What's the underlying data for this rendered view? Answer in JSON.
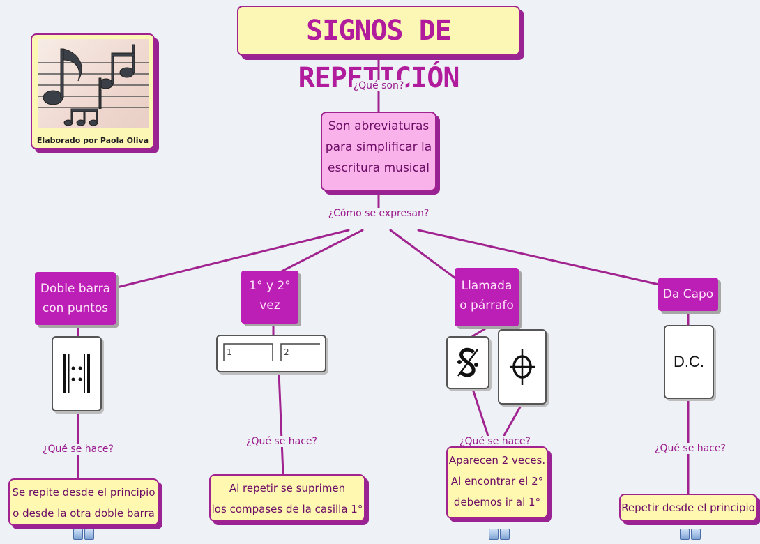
{
  "title": "SIGNOS DE REPETICIÓN",
  "logo": {
    "caption": "Elaborado por Paola Oliva",
    "icon": "music-notes-icon"
  },
  "definition": {
    "question": "¿Qué son?",
    "lines": [
      "Son abreviaturas",
      "para simplificar la",
      "escritura musical"
    ]
  },
  "expression_question": "¿Cómo se expresan?",
  "branches": [
    {
      "label_lines": [
        "Doble barra",
        "con puntos"
      ],
      "symbols": [
        {
          "icon": "repeat-barline-icon",
          "text": ""
        }
      ],
      "question": "¿Qué se hace?",
      "answer_lines": [
        "Se repite desde el principio",
        "o desde la otra doble barra"
      ]
    },
    {
      "label_lines": [
        "1° y 2°",
        "vez"
      ],
      "symbols": [
        {
          "icon": "volta-brackets-icon",
          "text": "",
          "marks": [
            "1",
            "2"
          ]
        }
      ],
      "question": "¿Qué se hace?",
      "answer_lines": [
        "Al repetir se suprimen",
        "los compases de la casilla 1°"
      ]
    },
    {
      "label_lines": [
        "Llamada",
        "o párrafo"
      ],
      "symbols": [
        {
          "icon": "segno-icon",
          "text": "𝄋"
        },
        {
          "icon": "coda-icon",
          "text": "𝄌"
        }
      ],
      "question": "¿Qué se hace?",
      "answer_lines": [
        "Aparecen 2 veces.",
        "Al encontrar el 2°",
        "debemos ir al 1°"
      ]
    },
    {
      "label_lines": [
        "Da Capo"
      ],
      "symbols": [
        {
          "icon": "dc-text-icon",
          "text": "D.C."
        }
      ],
      "question": "¿Qué se hace?",
      "answer_lines": [
        "Repetir desde el principio"
      ]
    }
  ],
  "colors": {
    "magenta": "#bc1fb5",
    "pink": "#f9b3ea",
    "yellow": "#fff8b0",
    "border": "#a12390"
  }
}
